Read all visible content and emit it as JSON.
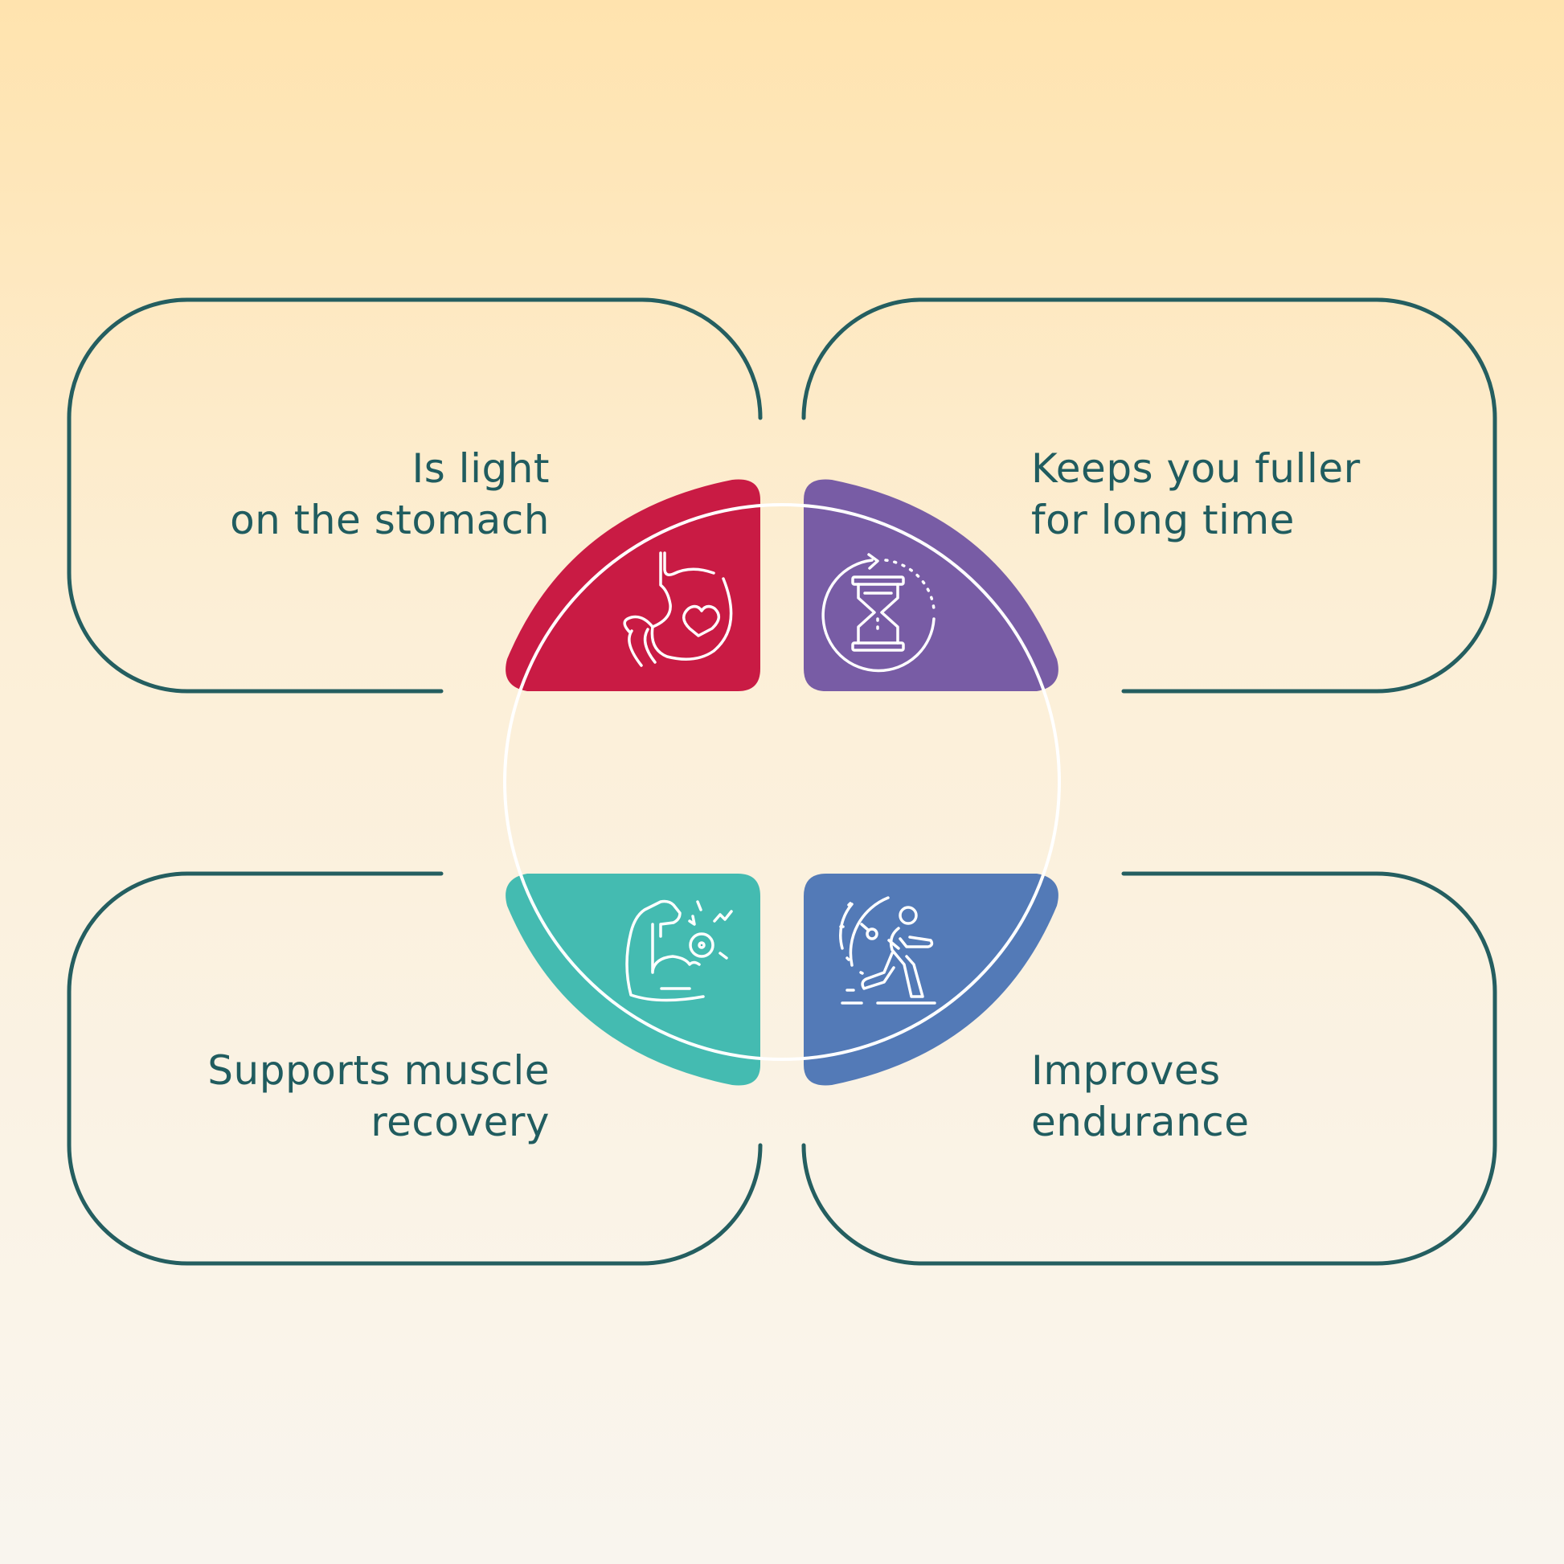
{
  "colors": {
    "outline": "#245e60",
    "ring": "#ffffff",
    "top_left_segment": "#c91b44",
    "top_right_segment": "#785ca5",
    "bottom_left_segment": "#44bbb1",
    "bottom_right_segment": "#537ab7",
    "text": "#205c5f"
  },
  "benefits": [
    {
      "position": "top-left",
      "icon": "stomach-heart-icon",
      "lines": [
        "Is light",
        "on the stomach"
      ]
    },
    {
      "position": "top-right",
      "icon": "hourglass-timer-icon",
      "lines": [
        "Keeps you fuller",
        "for long time"
      ]
    },
    {
      "position": "bottom-left",
      "icon": "flexed-muscle-icon",
      "lines": [
        "Supports muscle",
        "recovery"
      ]
    },
    {
      "position": "bottom-right",
      "icon": "running-person-stopwatch-icon",
      "lines": [
        "Improves",
        "endurance"
      ]
    }
  ]
}
